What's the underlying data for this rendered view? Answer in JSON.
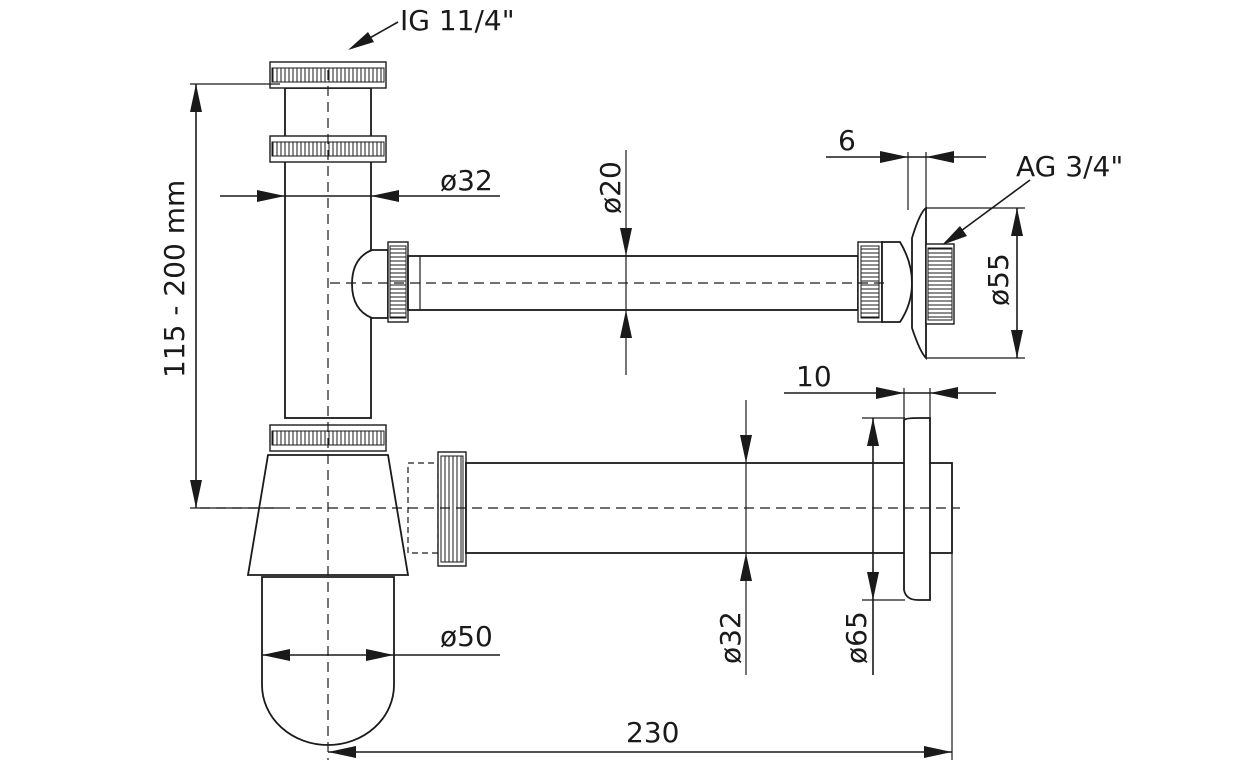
{
  "dimensions": {
    "inlet_thread": "IG 11/4\"",
    "inlet_diameter": "ø32",
    "branch_diameter": "ø20",
    "rosette_depth": "6",
    "outlet_thread": "AG 3/4\"",
    "rosette_diameter": "ø55",
    "height_range": "115 - 200 mm",
    "wall_rosette_depth": "10",
    "outlet_pipe_diameter": "ø32",
    "wall_rosette_diameter": "ø65",
    "bottle_diameter": "ø50",
    "total_length": "230"
  },
  "colors": {
    "line": "#1a1a1a",
    "background": "#ffffff"
  }
}
